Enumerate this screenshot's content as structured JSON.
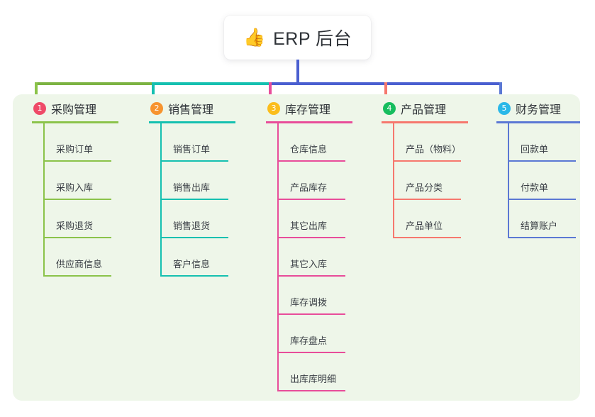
{
  "title": {
    "icon": "thumbs-up-icon",
    "emoji": "👍",
    "text": "ERP 后台"
  },
  "colors": {
    "panel_bg": "#eef6e9",
    "page_bg": "#ffffff",
    "trunk": "#4a5fd0",
    "text": "#2f3338"
  },
  "connector": {
    "segments": [
      {
        "name": "green-segment",
        "color": "#7cb342"
      },
      {
        "name": "teal-segment",
        "color": "#15c0b0"
      },
      {
        "name": "blue-segment",
        "color": "#4a5fd0"
      }
    ]
  },
  "columns": [
    {
      "number": "1",
      "title": "采购管理",
      "badge_color": "#ef4a68",
      "line_color": "#8bc34a",
      "items": [
        {
          "label": "采购订单"
        },
        {
          "label": "采购入库"
        },
        {
          "label": "采购退货"
        },
        {
          "label": "供应商信息"
        }
      ]
    },
    {
      "number": "2",
      "title": "销售管理",
      "badge_color": "#f7942f",
      "line_color": "#15c0b0",
      "items": [
        {
          "label": "销售订单"
        },
        {
          "label": "销售出库"
        },
        {
          "label": "销售退货"
        },
        {
          "label": "客户信息"
        }
      ]
    },
    {
      "number": "3",
      "title": "库存管理",
      "badge_color": "#fbbd1c",
      "line_color": "#e84d9a",
      "items": [
        {
          "label": "仓库信息"
        },
        {
          "label": "产品库存"
        },
        {
          "label": "其它出库"
        },
        {
          "label": "其它入库"
        },
        {
          "label": "库存调拨"
        },
        {
          "label": "库存盘点"
        },
        {
          "label": "出库库明细"
        }
      ]
    },
    {
      "number": "4",
      "title": "产品管理",
      "badge_color": "#16bd5e",
      "line_color": "#f6786e",
      "items": [
        {
          "label": "产品（物料）"
        },
        {
          "label": "产品分类"
        },
        {
          "label": "产品单位"
        }
      ]
    },
    {
      "number": "5",
      "title": "财务管理",
      "badge_color": "#2bb8e8",
      "line_color": "#5b78d4",
      "items": [
        {
          "label": "回款单"
        },
        {
          "label": "付款单"
        },
        {
          "label": "结算账户"
        }
      ]
    }
  ]
}
